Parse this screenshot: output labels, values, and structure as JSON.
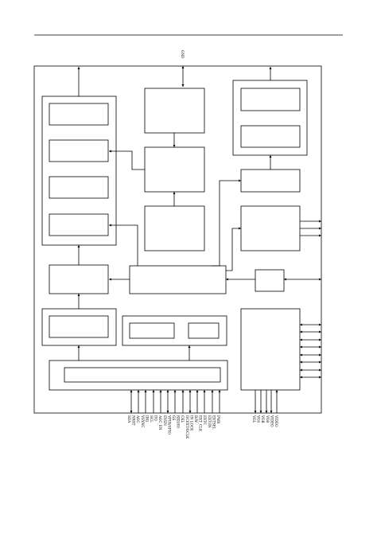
{
  "page": {
    "header_rule": true
  },
  "diagram": {
    "top_pin_label": "GND",
    "bottom_pins_left": [
      "SDA",
      "NRST",
      "AGC",
      "VSYNC",
      "IRQ",
      "SCL",
      "DQ",
      "AGC_EN",
      "EVEN",
      "VPIN/GPIO",
      "GS",
      "RXD/IO",
      "CKL",
      "DCEXT/GCLK",
      "IN LOCK",
      "R/W",
      "EXT_CLK",
      "EXTC",
      "EXT/IN",
      "EXTSEL",
      "PWR"
    ],
    "bottom_pins_right": [
      "VOL",
      "VO4",
      "VOB",
      "VO8",
      "VIDEO",
      "VIDEO"
    ]
  }
}
